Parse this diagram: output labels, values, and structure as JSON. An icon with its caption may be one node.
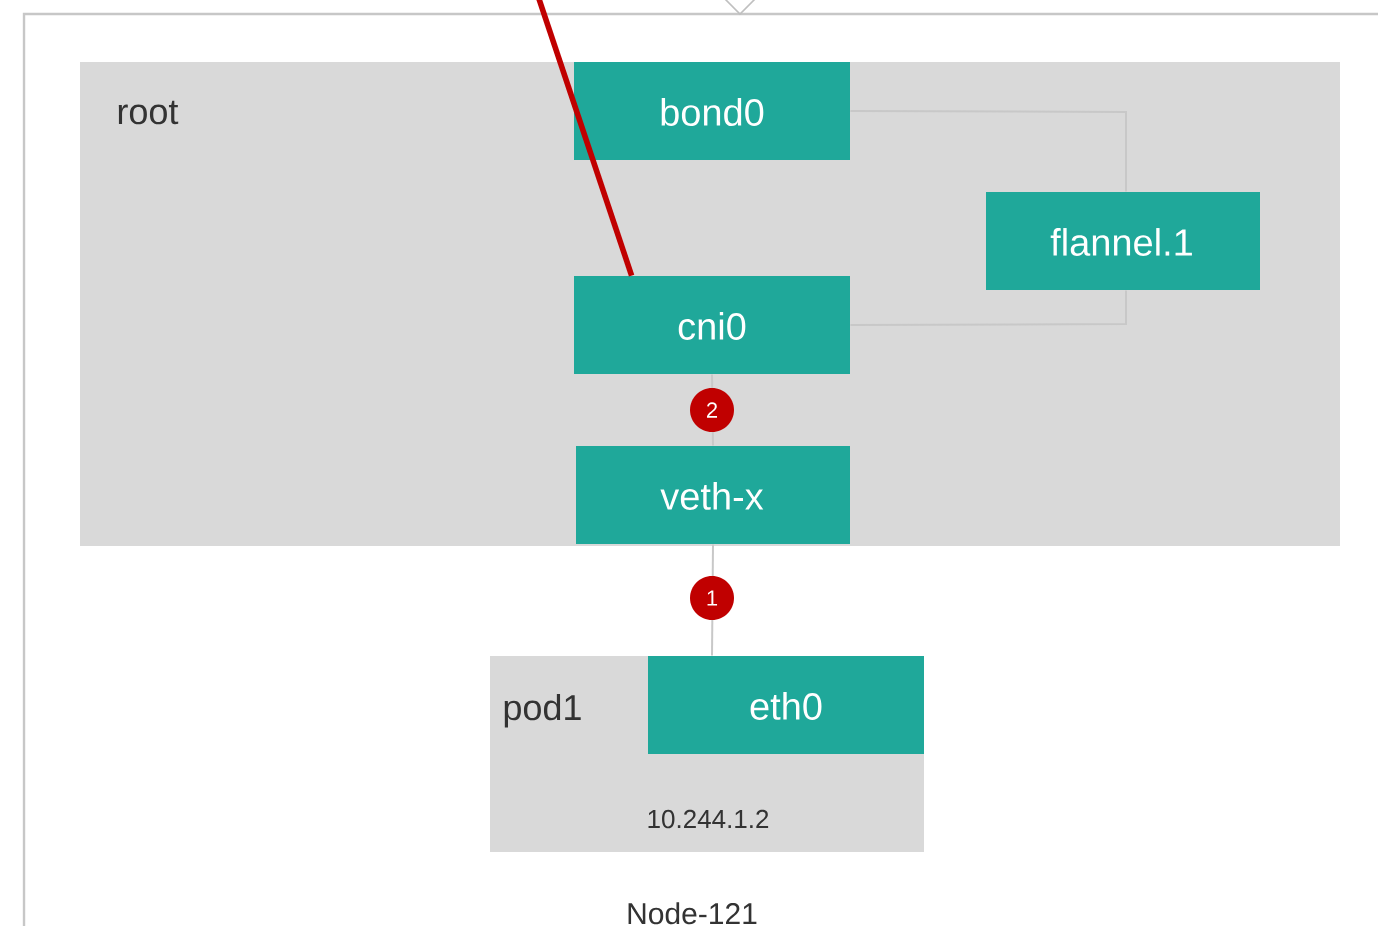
{
  "diagram": {
    "nodes": [
      {
        "text": [
          "Node-121"
        ]
      },
      {
        "text": [
          "root"
        ],
        "in": 0
      },
      {
        "text": [
          "bond0"
        ],
        "in": 1
      },
      {
        "text": [
          "flannel.1"
        ],
        "in": 1
      },
      {
        "text": [
          "cni0"
        ],
        "in": 1
      },
      {
        "text": [
          "veth-x"
        ],
        "in": 1
      },
      {
        "text": [
          "pod1",
          "10.244.1.2"
        ],
        "in": 0
      },
      {
        "text": [
          "eth0"
        ],
        "in": 6
      }
    ],
    "edges": [
      {
        "from": 2,
        "to": 3,
        "arrow": "none"
      },
      {
        "from": 4,
        "to": 3,
        "arrow": "none"
      },
      {
        "from": null,
        "to": 4,
        "arrow": "none",
        "style": "thick",
        "color": "#c00000"
      },
      {
        "from": 4,
        "to": 5,
        "arrow": "none",
        "label": "2"
      },
      {
        "from": 5,
        "to": 7,
        "arrow": "none",
        "label": "1"
      }
    ]
  }
}
